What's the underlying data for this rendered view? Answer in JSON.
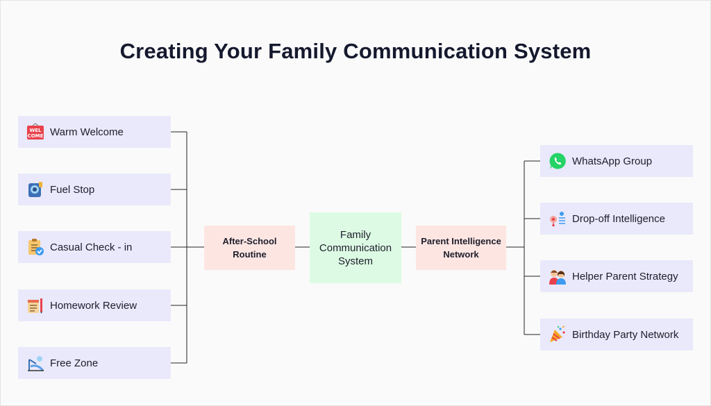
{
  "title": "Creating Your Family Communication System",
  "center": {
    "label_line1": "Family",
    "label_line2": "Communication",
    "label_line3": "System"
  },
  "left_branch": {
    "label_line1": "After-School",
    "label_line2": "Routine",
    "items": [
      {
        "label": "Warm Welcome",
        "icon": "welcome-sign-icon"
      },
      {
        "label": "Fuel Stop",
        "icon": "lunchbox-icon"
      },
      {
        "label": "Casual Check - in",
        "icon": "checklist-icon"
      },
      {
        "label": "Homework Review",
        "icon": "homework-icon"
      },
      {
        "label": "Free Zone",
        "icon": "playground-icon"
      }
    ]
  },
  "right_branch": {
    "label_line1": "Parent Intelligence",
    "label_line2": "Network",
    "items": [
      {
        "label": "WhatsApp Group",
        "icon": "whatsapp-icon"
      },
      {
        "label": "Drop-off Intelligence",
        "icon": "strategy-icon"
      },
      {
        "label": "Helper Parent Strategy",
        "icon": "parents-icon"
      },
      {
        "label": "Birthday Party Network",
        "icon": "party-popper-icon"
      }
    ]
  }
}
